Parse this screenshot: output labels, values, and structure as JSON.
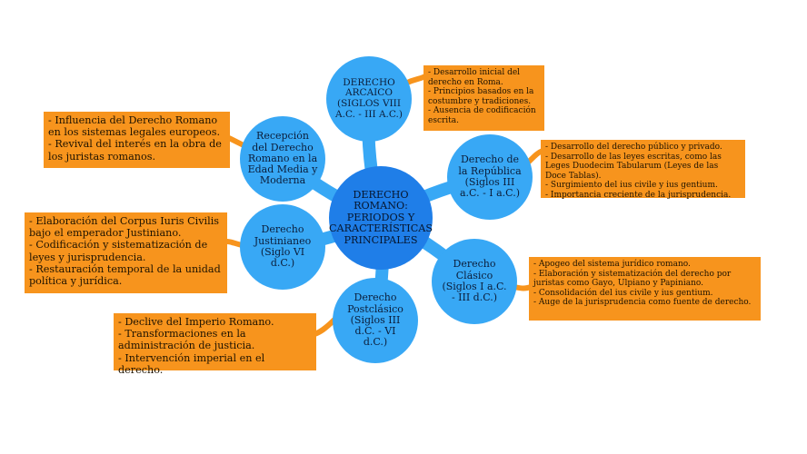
{
  "center": {
    "label": "DERECHO ROMANO: PERIODOS Y CARACTERÍSTICAS PRINCIPALES"
  },
  "colors": {
    "center": "#1f7ee8",
    "child": "#38a8f5",
    "note": "#f7941d",
    "connector": "#38a8f5"
  },
  "branches": [
    {
      "id": "arcaico",
      "label": "DERECHO ARCAICO (SIGLOS VIII A.C. - III A.C.)",
      "notes": [
        "- Desarrollo inicial del derecho en Roma.",
        "- Principios basados en la costumbre y tradiciones.",
        "- Ausencia de codificación escrita."
      ]
    },
    {
      "id": "republica",
      "label": "Derecho de la República (Siglos III a.C. - I a.C.)",
      "notes": [
        "- Desarrollo del derecho público y privado.",
        "- Desarrollo de las leyes escritas, como las Leges Duodecim Tabularum (Leyes de las Doce Tablas).",
        "- Surgimiento del ius civile y ius gentium.",
        "- Importancia creciente de la jurisprudencia."
      ]
    },
    {
      "id": "clasico",
      "label": "Derecho Clásico (Siglos I a.C. - III d.C.)",
      "notes": [
        "- Apogeo del sistema jurídico romano.",
        "- Elaboración y sistematización del derecho por juristas como Gayo, Ulpiano y Papiniano.",
        "- Consolidación del ius civile y ius gentium.",
        "- Auge de la jurisprudencia como fuente de derecho."
      ]
    },
    {
      "id": "postclasico",
      "label": "Derecho Postclásico (Siglos III d.C. - VI d.C.)",
      "notes": [
        "- Declive del Imperio Romano.",
        "- Transformaciones en la administración de justicia.",
        "- Intervención imperial en el derecho."
      ]
    },
    {
      "id": "justinianeo",
      "label": "Derecho Justinianeo (Siglo VI d.C.)",
      "notes": [
        "- Elaboración del Corpus Iuris Civilis bajo el emperador Justiniano.",
        "- Codificación y sistematización de leyes y jurisprudencia.",
        "- Restauración temporal de la unidad política y jurídica."
      ]
    },
    {
      "id": "recepcion",
      "label": "Recepción del Derecho Romano en la Edad Media y Moderna",
      "notes": [
        "- Influencia del Derecho Romano en los sistemas legales europeos.",
        "- Revival del interés en la obra de los juristas romanos."
      ]
    }
  ]
}
